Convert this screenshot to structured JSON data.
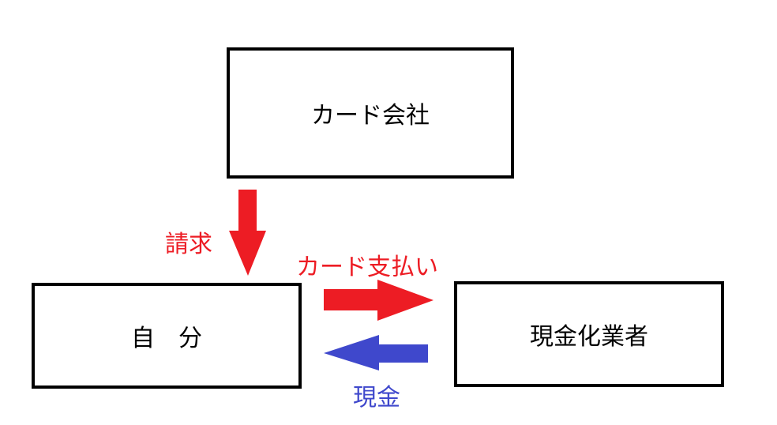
{
  "nodes": {
    "card_company": "カード会社",
    "self": "自　分",
    "cashing_vendor": "現金化業者"
  },
  "edges": {
    "billing": "請求",
    "card_payment": "カード支払い",
    "cash": "現金"
  },
  "colors": {
    "red": "#ed1c24",
    "blue": "#3f48cc"
  }
}
